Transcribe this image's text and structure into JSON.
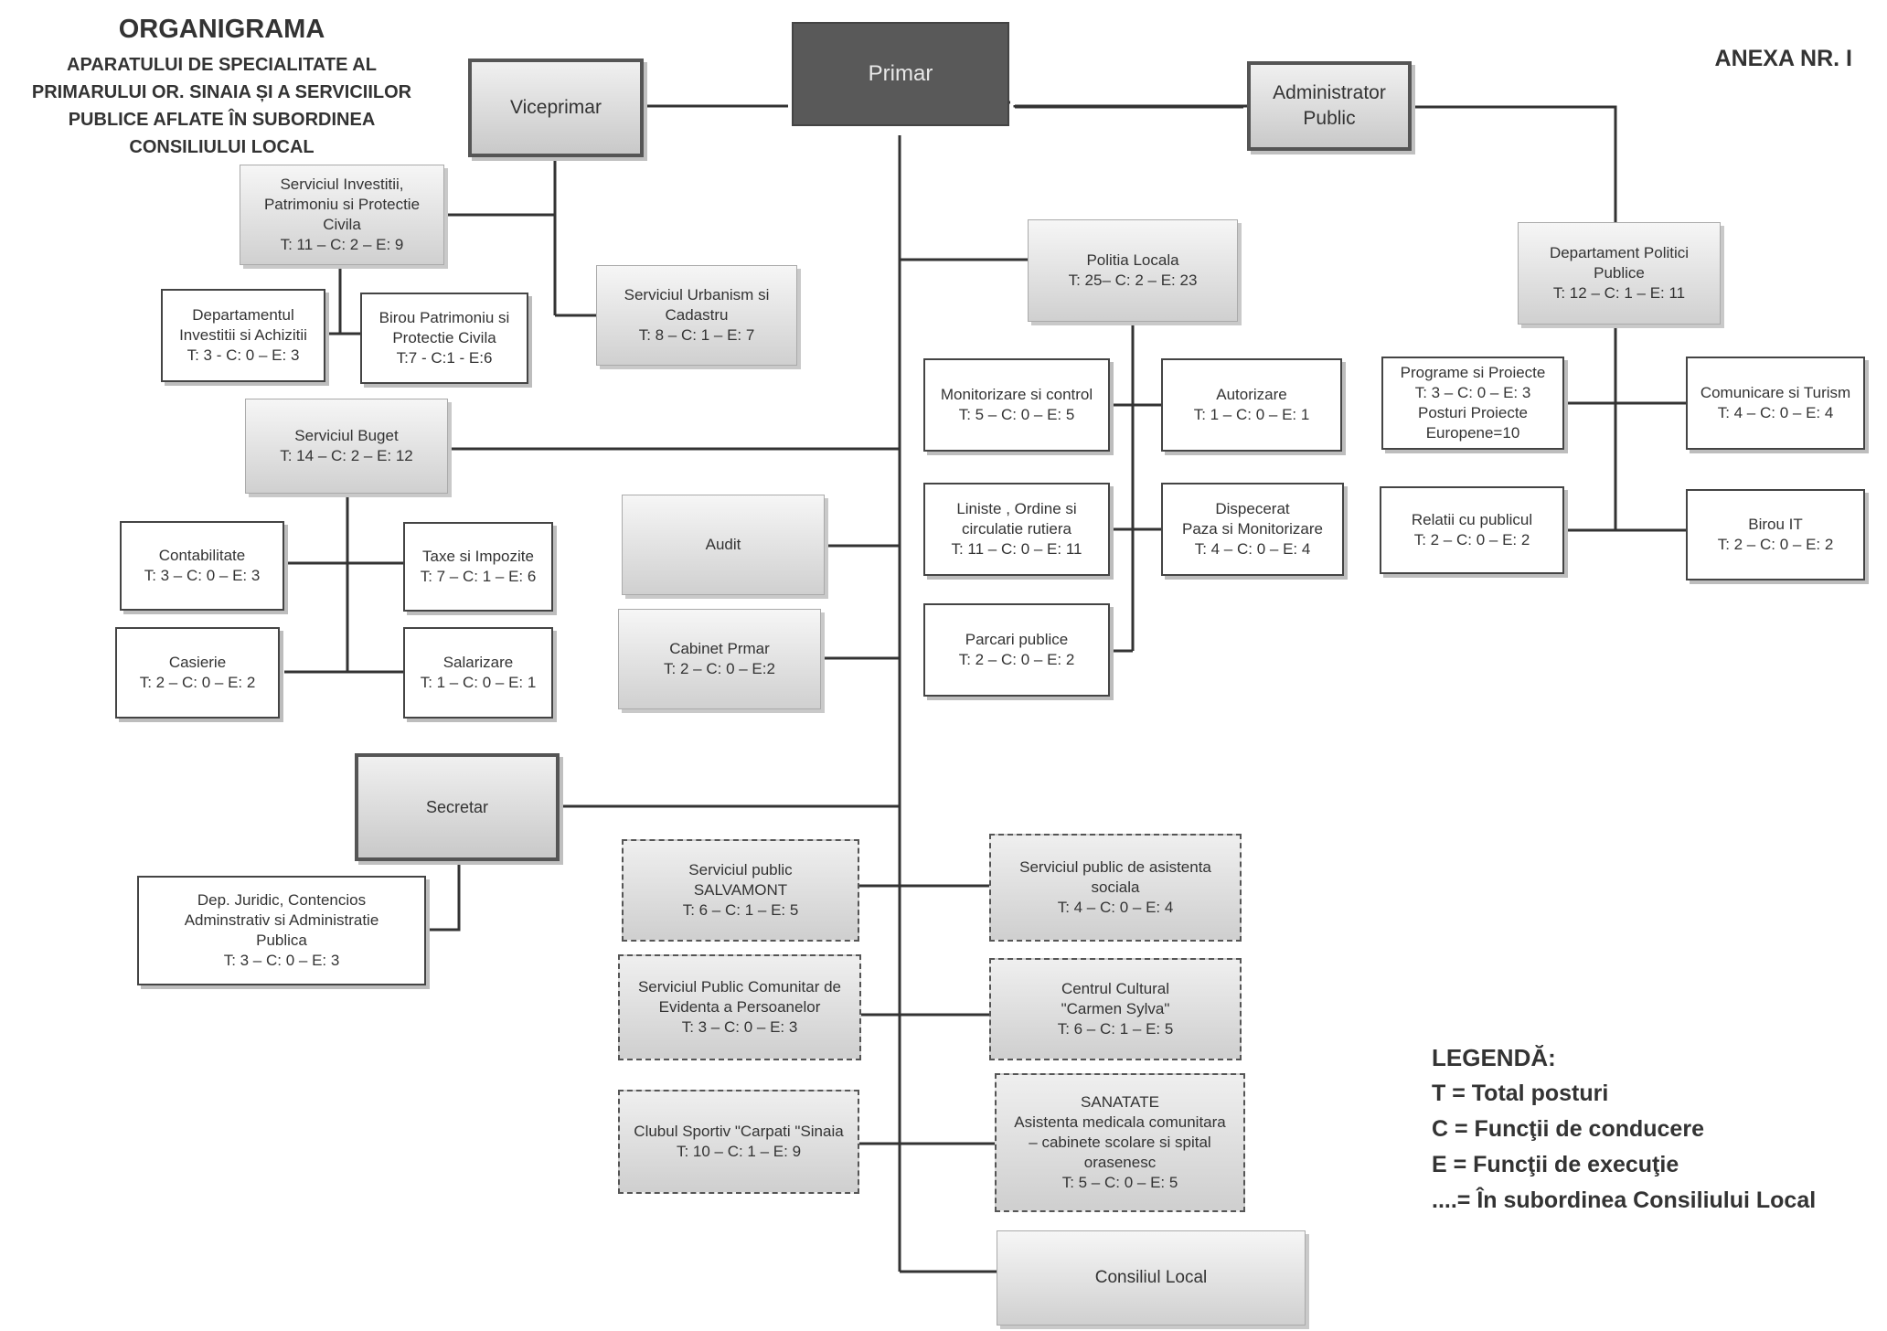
{
  "header": {
    "title": "ORGANIGRAMA",
    "subtitle_lines": [
      "APARATULUI DE SPECIALITATE AL",
      "PRIMARULUI OR. SINAIA ȘI A SERVICIILOR",
      "PUBLICE AFLATE ÎN SUBORDINEA",
      "CONSILIULUI LOCAL"
    ],
    "annex": "ANEXA NR. I"
  },
  "nodes": {
    "primar": {
      "lines": [
        "Primar"
      ]
    },
    "viceprimar": {
      "lines": [
        "Viceprimar"
      ]
    },
    "administrator": {
      "lines": [
        "Administrator",
        "Public"
      ]
    },
    "investitii": {
      "lines": [
        "Serviciul Investitii,",
        "Patrimoniu si Protectie",
        "Civila",
        "T: 11 – C: 2 – E: 9"
      ]
    },
    "dep_investitii": {
      "lines": [
        "Departamentul",
        "Investitii si Achizitii",
        "T: 3 - C: 0 – E: 3"
      ]
    },
    "birou_patrimoniu": {
      "lines": [
        "Birou Patrimoniu si",
        "Protectie Civila",
        "T:7 - C:1 - E:6"
      ]
    },
    "urbanism": {
      "lines": [
        "Serviciul Urbanism si",
        "Cadastru",
        "T: 8 – C: 1 – E: 7"
      ]
    },
    "buget": {
      "lines": [
        "Serviciul  Buget",
        "T: 14 – C: 2 – E: 12"
      ]
    },
    "contabilitate": {
      "lines": [
        "Contabilitate",
        "T: 3 – C: 0 – E: 3"
      ]
    },
    "taxe": {
      "lines": [
        "Taxe si  Impozite",
        "T: 7 – C: 1 – E: 6"
      ]
    },
    "casierie": {
      "lines": [
        "Casierie",
        "T: 2 – C: 0 – E: 2"
      ]
    },
    "salarizare": {
      "lines": [
        "Salarizare",
        "T: 1 – C: 0 – E: 1"
      ]
    },
    "audit": {
      "lines": [
        "Audit"
      ]
    },
    "cabinet": {
      "lines": [
        "Cabinet Prmar",
        "T: 2 – C: 0 – E:2"
      ]
    },
    "secretar": {
      "lines": [
        "Secretar"
      ]
    },
    "juridic": {
      "lines": [
        "Dep. Juridic, Contencios",
        "Adminstrativ  si Administratie",
        "Publica",
        "T: 3 – C: 0 – E: 3"
      ]
    },
    "politia": {
      "lines": [
        "Politia Locala",
        "T: 25– C: 2 – E: 23"
      ]
    },
    "monitorizare": {
      "lines": [
        "Monitorizare si control",
        "T: 5 – C: 0 – E: 5"
      ]
    },
    "autorizare": {
      "lines": [
        "Autorizare",
        "T: 1 – C: 0 – E: 1"
      ]
    },
    "liniste": {
      "lines": [
        "Liniste , Ordine si",
        "circulatie rutiera",
        "T: 11 – C: 0 – E: 11"
      ]
    },
    "dispecerat": {
      "lines": [
        "Dispecerat",
        "Paza si Monitorizare",
        "T: 4 – C: 0 – E: 4"
      ]
    },
    "parcari": {
      "lines": [
        "Parcari publice",
        "T: 2 – C: 0 – E: 2"
      ]
    },
    "dep_politici": {
      "lines": [
        "Departament Politici",
        "Publice",
        "T: 12 – C: 1 – E: 11"
      ]
    },
    "programe": {
      "lines": [
        "Programe  si Proiecte",
        "T: 3 – C: 0 – E: 3",
        "Posturi Proiecte",
        "Europene=10"
      ]
    },
    "comunicare": {
      "lines": [
        "Comunicare si Turism",
        "T: 4 – C: 0 – E: 4"
      ]
    },
    "relatii": {
      "lines": [
        "Relatii cu  publicul",
        "T: 2 – C: 0 – E: 2"
      ]
    },
    "birou_it": {
      "lines": [
        "Birou IT",
        "T: 2 – C: 0 – E: 2"
      ]
    },
    "salvamont": {
      "lines": [
        "Serviciul public",
        "SALVAMONT",
        "T: 6 – C: 1 – E: 5"
      ]
    },
    "evidenta": {
      "lines": [
        "Serviciul Public Comunitar de",
        "Evidenta a  Persoanelor",
        "T: 3 – C: 0 – E: 3"
      ]
    },
    "clubul": {
      "lines": [
        "Clubul Sportiv \"Carpati  \"Sinaia",
        "T: 10 – C: 1 – E: 9"
      ]
    },
    "asistenta": {
      "lines": [
        "Serviciul public de asistenta",
        "sociala",
        "T: 4 – C: 0 – E: 4"
      ]
    },
    "cultural": {
      "lines": [
        "Centrul Cultural",
        "\"Carmen Sylva\"",
        "T: 6 – C: 1 – E: 5"
      ]
    },
    "sanatate": {
      "lines": [
        "SANATATE",
        "Asistenta medicala comunitara",
        "– cabinete scolare si spital",
        "orasenesc",
        "T: 5 – C: 0 – E: 5"
      ]
    },
    "consiliul": {
      "lines": [
        "Consiliul Local"
      ]
    }
  },
  "legend": {
    "title": "LEGENDĂ:",
    "items": [
      "T  =  Total posturi",
      "C  =  Funcţii de conducere",
      "E  =  Funcţii de execuţie",
      "....=  În subordinea Consiliului Local"
    ]
  }
}
